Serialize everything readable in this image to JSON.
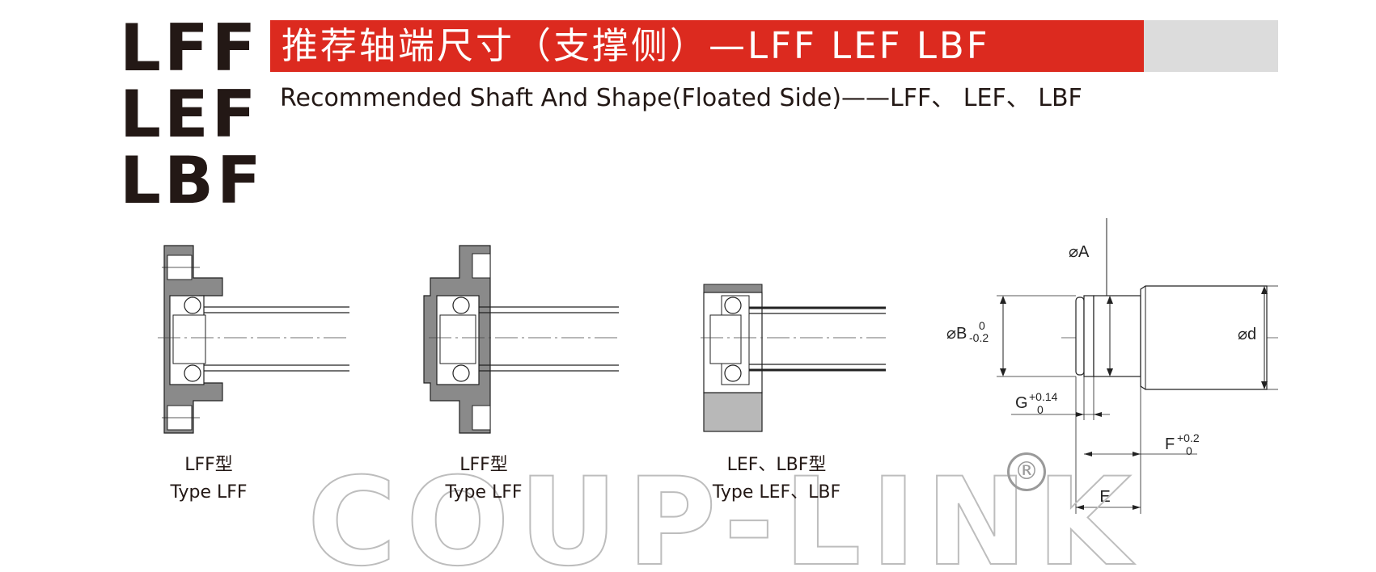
{
  "header": {
    "codes": [
      "LFF",
      "LEF",
      "LBF"
    ],
    "title_cn": "推荐轴端尺寸（支撑侧）—LFF LEF LBF",
    "title_en": "Recommended Shaft And Shape(Floated Side)——LFF、 LEF、 LBF",
    "accent_color": "#dc2a1f"
  },
  "types": [
    {
      "name_cn": "LFF型",
      "name_en": "Type LFF"
    },
    {
      "name_cn": "LFF型",
      "name_en": "Type LFF"
    },
    {
      "name_cn": "LEF、LBF型",
      "name_en": "Type  LEF、LBF"
    }
  ],
  "dimensions": {
    "a": "⌀A",
    "b": "⌀B",
    "b_tol_upper": "0",
    "b_tol_lower": "-0.2",
    "d": "⌀d",
    "g": "G",
    "g_tol_upper": "+0.14",
    "g_tol_lower": "0",
    "f": "F",
    "f_tol_upper": "+0.2",
    "f_tol_lower": "0",
    "e": "E"
  },
  "watermark": {
    "text": "COUP-LINK",
    "registered": "®"
  }
}
